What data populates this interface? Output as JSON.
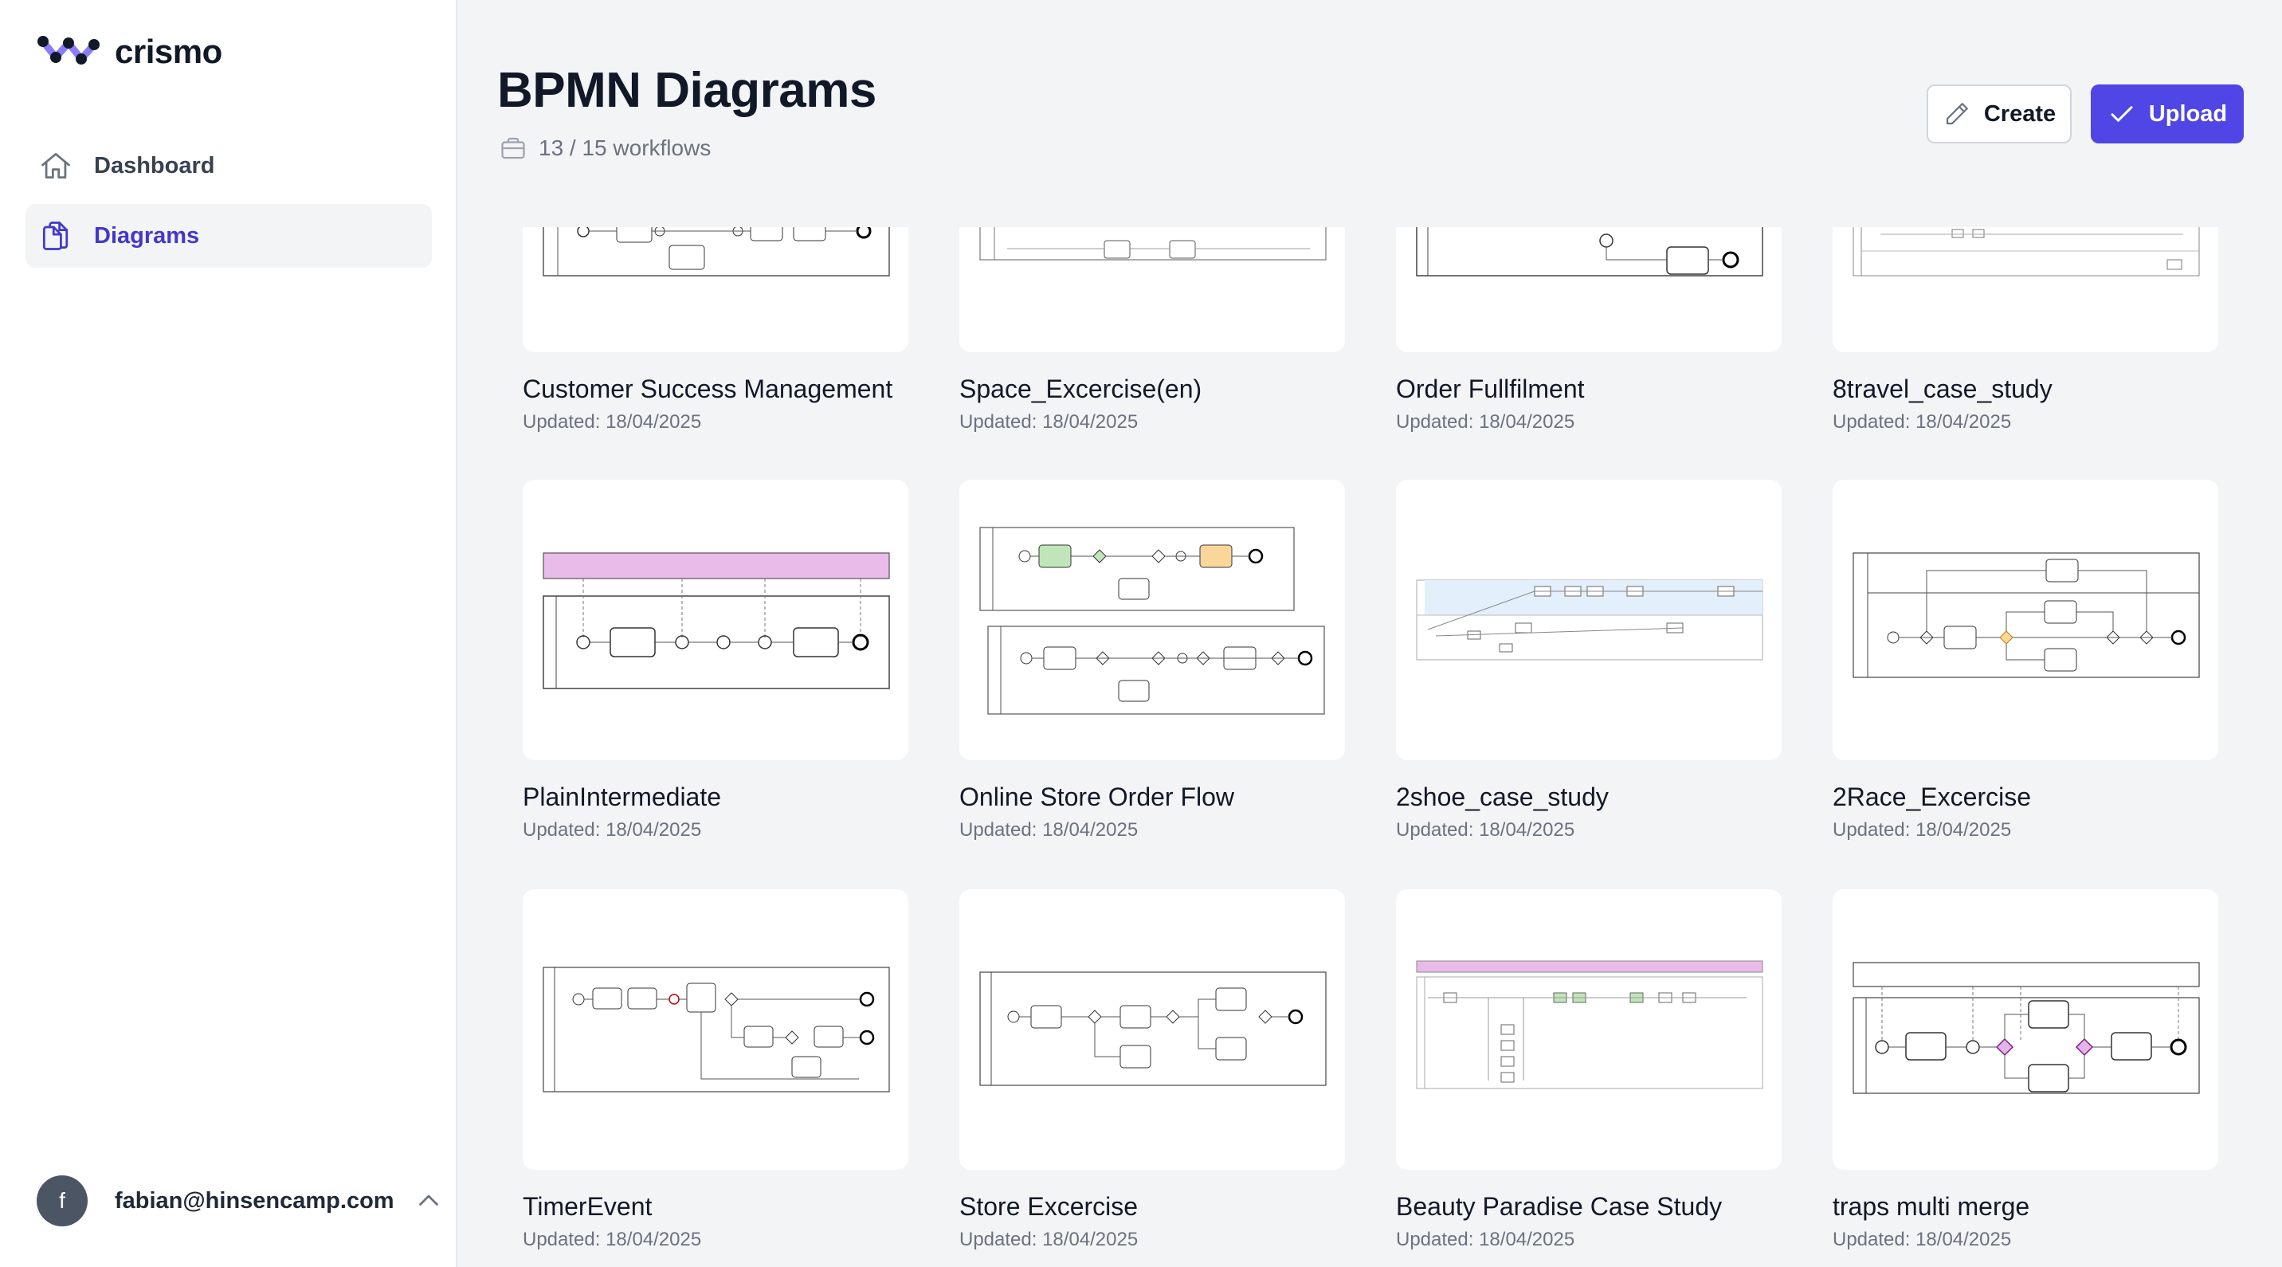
{
  "brand": {
    "name": "crismo"
  },
  "sidebar": {
    "items": [
      {
        "label": "Dashboard",
        "icon": "home-icon",
        "active": false
      },
      {
        "label": "Diagrams",
        "icon": "documents-icon",
        "active": true
      }
    ],
    "user": {
      "initial": "f",
      "email": "fabian@hinsencamp.com"
    }
  },
  "header": {
    "title": "BPMN Diagrams",
    "count": "13 / 15 workflows",
    "create_label": "Create",
    "upload_label": "Upload"
  },
  "colors": {
    "accent": "#4f46e5",
    "accent_text": "#4338ca"
  },
  "diagrams": [
    {
      "title": "Customer Success Management",
      "updated": "Updated: 18/04/2025"
    },
    {
      "title": "Space_Excercise(en)",
      "updated": "Updated: 18/04/2025"
    },
    {
      "title": "Order Fullfilment",
      "updated": "Updated: 18/04/2025"
    },
    {
      "title": "8travel_case_study",
      "updated": "Updated: 18/04/2025"
    },
    {
      "title": "PlainIntermediate",
      "updated": "Updated: 18/04/2025"
    },
    {
      "title": "Online Store Order Flow",
      "updated": "Updated: 18/04/2025"
    },
    {
      "title": "2shoe_case_study",
      "updated": "Updated: 18/04/2025"
    },
    {
      "title": "2Race_Excercise",
      "updated": "Updated: 18/04/2025"
    },
    {
      "title": "TimerEvent",
      "updated": "Updated: 18/04/2025"
    },
    {
      "title": "Store Excercise",
      "updated": "Updated: 18/04/2025"
    },
    {
      "title": "Beauty Paradise Case Study",
      "updated": "Updated: 18/04/2025"
    },
    {
      "title": "traps multi merge",
      "updated": "Updated: 18/04/2025"
    }
  ]
}
